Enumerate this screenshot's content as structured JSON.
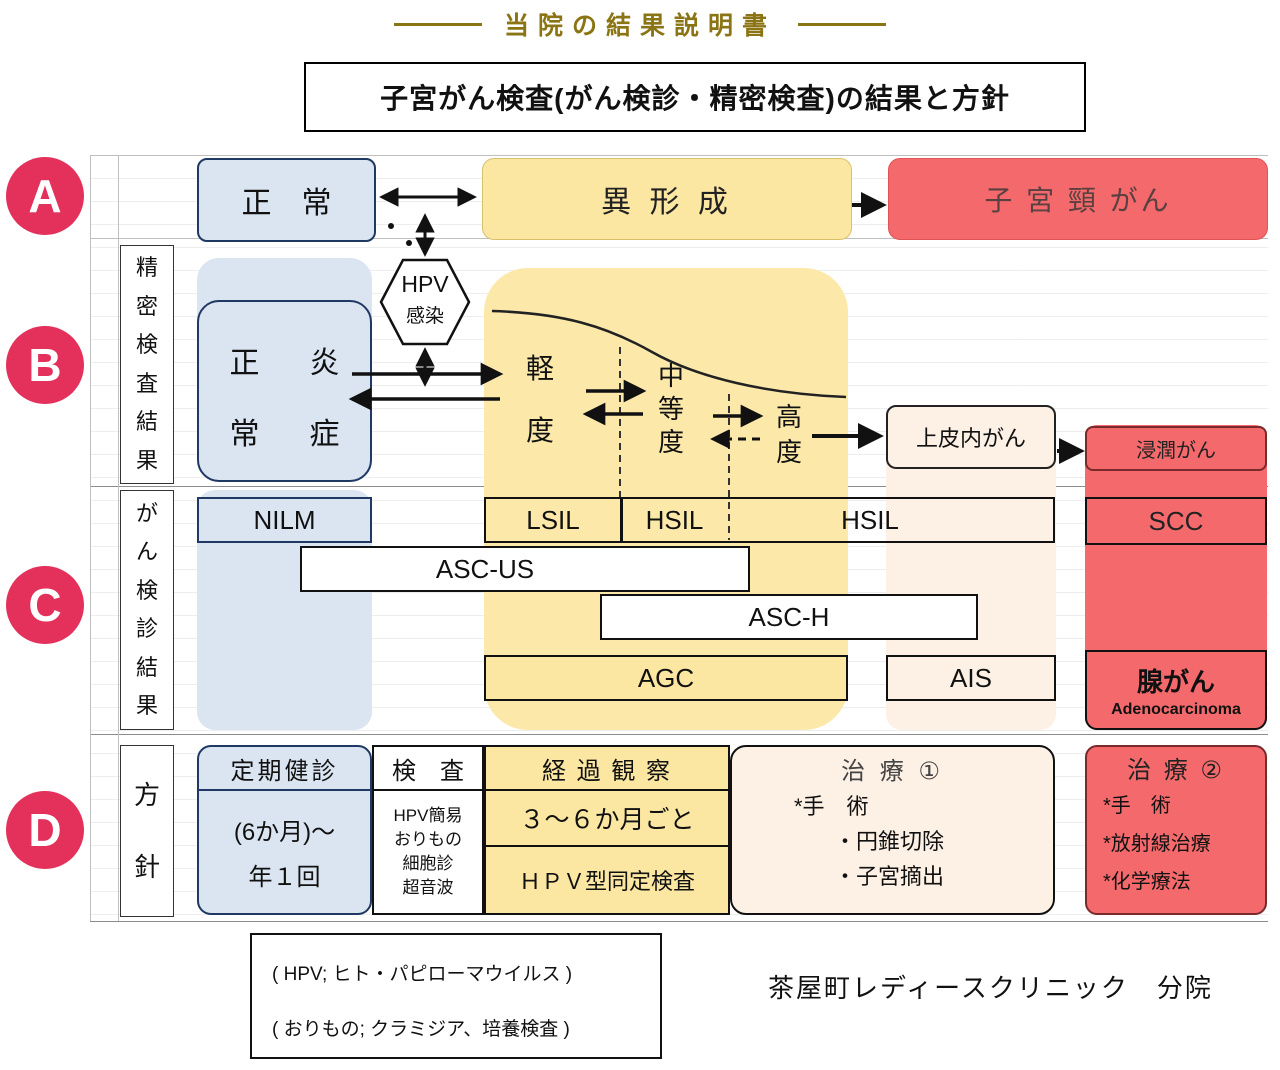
{
  "header": {
    "top_title": "当院の結果説明書",
    "main_title": "子宮がん検査(がん検診・精密検査)の結果と方針"
  },
  "row_a": {
    "badge": "A",
    "normal": "正　常",
    "dysplasia": "異 形 成",
    "cervical_cancer": "子 宮 頸 がん"
  },
  "row_b": {
    "badge": "B",
    "side_label": "精密検査結果",
    "normal_inflammation_line1": "正　炎",
    "normal_inflammation_line2": "常　症",
    "hpv_top": "HPV",
    "hpv_bottom": "感染",
    "mild": "軽度",
    "moderate": "中等度",
    "severe": "高度",
    "carcinoma_in_situ": "上皮内がん",
    "invasive_cancer": "浸潤がん"
  },
  "row_c": {
    "badge": "C",
    "side_label": "がん検診結果",
    "nilm": "NILM",
    "lsil": "LSIL",
    "hsil_1": "HSIL",
    "hsil_2": "HSIL",
    "scc": "SCC",
    "asc_us": "ASC-US",
    "asc_h": "ASC-H",
    "agc": "AGC",
    "ais": "AIS",
    "adenocarcinoma_jp": "腺がん",
    "adenocarcinoma_en": "Adenocarcinoma"
  },
  "row_d": {
    "badge": "D",
    "side_label": "方針",
    "checkup": {
      "title": "定期健診",
      "line1": "(6か月)～",
      "line2": "年１回"
    },
    "test": {
      "title": "検　査",
      "lines": [
        "HPV簡易",
        "おりもの",
        "細胞診",
        "超音波"
      ]
    },
    "followup": {
      "title": "経 過 観 察",
      "mid": "３～６か月ごと",
      "bottom": "ＨＰＶ型同定検査"
    },
    "treatment1": {
      "title": "治 療 ①",
      "lines": [
        "*手　術",
        "・円錐切除",
        "・子宮摘出"
      ]
    },
    "treatment2": {
      "title": "治 療 ②",
      "lines": [
        "*手　術",
        "*放射線治療",
        "*化学療法"
      ]
    }
  },
  "footnote": {
    "line1": "( HPV; ヒト・パピローマウイルス )",
    "line2": "( おりもの; クラミジア、培養検査 )"
  },
  "clinic_name": "茶屋町レディースクリニック　分院",
  "colors": {
    "blue_fill": "#dbe5f1",
    "blue_border": "#1f3864",
    "yellow_fill": "#fbe7a2",
    "pink_fill": "#fdf0e4",
    "red_fill": "#f4696b",
    "badge_red": "#e4315b",
    "title_olive": "#8a7414"
  }
}
